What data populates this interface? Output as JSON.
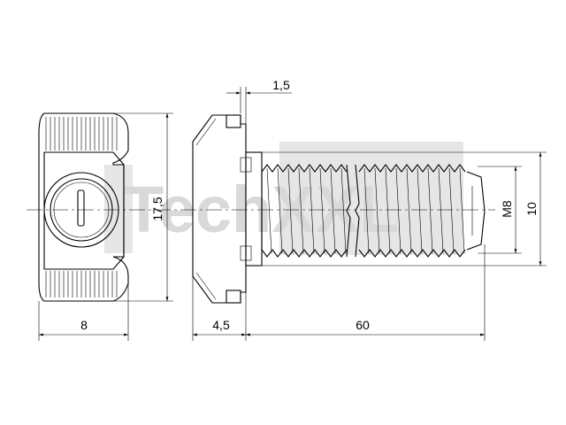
{
  "watermark": {
    "text": "TechXXL"
  },
  "dimensions": {
    "nut_width": "8",
    "nut_height": "17,5",
    "head_step": "1,5",
    "head_length": "4,5",
    "shank_length": "60",
    "thread_size": "M8",
    "head_diameter": "10"
  }
}
